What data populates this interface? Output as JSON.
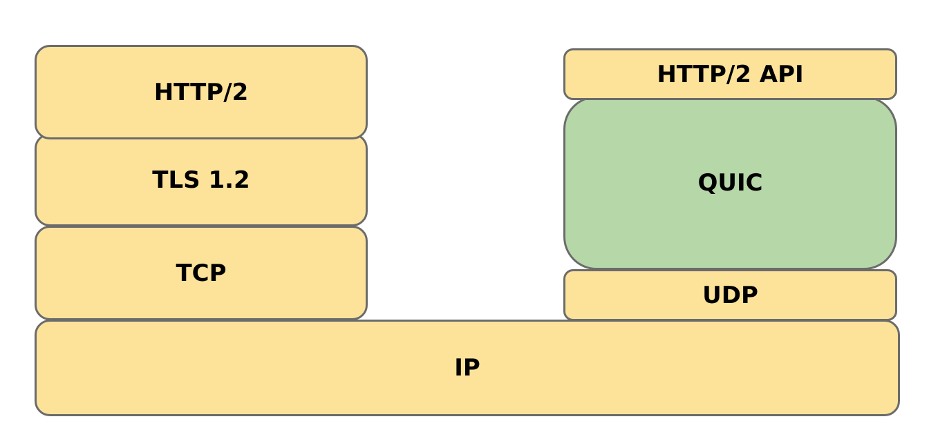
{
  "left_stack": {
    "http2": "HTTP/2",
    "tls": "TLS 1.2",
    "tcp": "TCP"
  },
  "right_stack": {
    "http2_api": "HTTP/2 API",
    "quic": "QUIC",
    "udp": "UDP"
  },
  "base": {
    "ip": "IP"
  },
  "colors": {
    "layer_fill": "#fde39a",
    "quic_fill": "#b6d7a8",
    "border": "#6b6b6b"
  }
}
